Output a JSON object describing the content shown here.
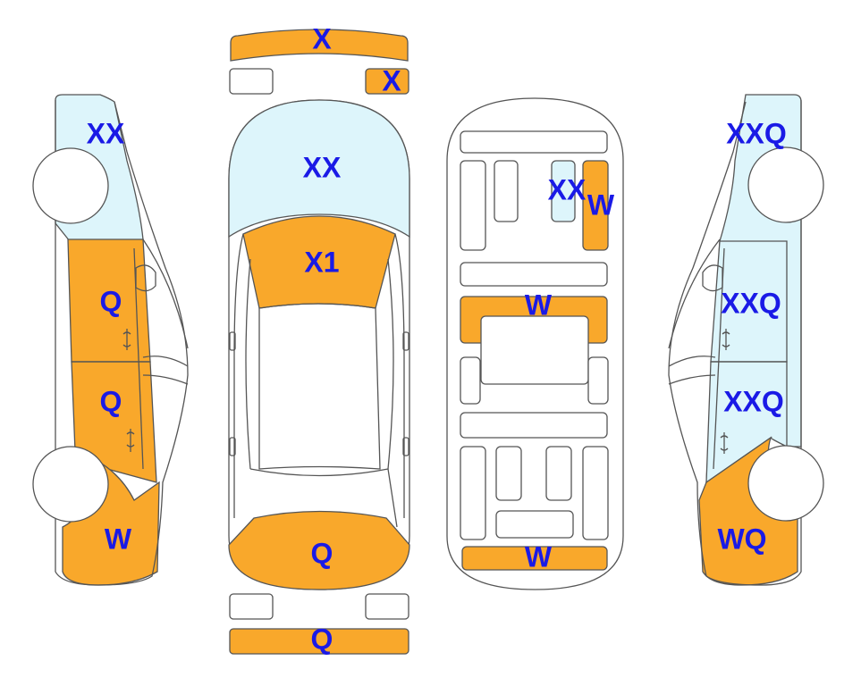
{
  "colors": {
    "damage_orange": "#f9a82b",
    "glass_light_blue": "#ddf5fb",
    "plain_white": "#ffffff",
    "label_blue": "#1a1ae6",
    "outline_gray": "#555555"
  },
  "labels": {
    "front_bumper_top": "X",
    "front_small_panel": "X",
    "windshield": "XX",
    "hood_front": "X1",
    "rear_hood": "Q",
    "rear_bumper_bottom": "Q",
    "left_window": "XX",
    "left_front_door": "Q",
    "left_rear_door": "Q",
    "left_rear_quarter": "W",
    "interior_small_panel": "XX",
    "interior_right_panel": "W",
    "interior_middle_floor": "W",
    "interior_bottom_floor": "W",
    "right_window": "XXQ",
    "right_front_door": "XXQ",
    "right_rear_door": "XXQ",
    "right_rear_quarter": "WQ"
  }
}
